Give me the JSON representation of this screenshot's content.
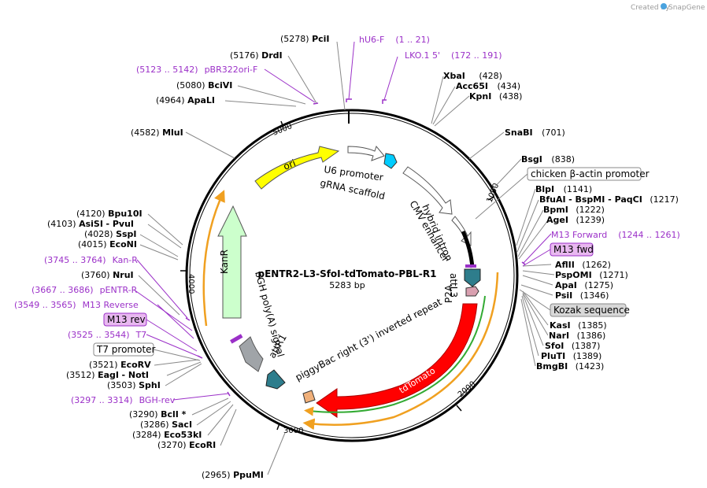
{
  "plasmid": {
    "name": "pENTR2-L3-SfoI-tdTomato-PBL-R1",
    "length": "5283 bp"
  },
  "credit": {
    "prefix": "Created by",
    "brand": "SnapGene"
  },
  "ticks": [
    "1000",
    "2000",
    "3000",
    "4000",
    "5000"
  ],
  "sites": [
    {
      "pos": "(5278)",
      "name": "PciI",
      "after": ""
    },
    {
      "pos": "(5176)",
      "name": "DrdI",
      "after": ""
    },
    {
      "pos": "(5080)",
      "name": "BciVI",
      "after": ""
    },
    {
      "pos": "(4964)",
      "name": "ApaLI",
      "after": ""
    },
    {
      "pos": "(4582)",
      "name": "MluI",
      "after": ""
    },
    {
      "pos": "(4120)",
      "name": "Bpu10I",
      "after": ""
    },
    {
      "pos": "(4103)",
      "name": "AsiSI",
      "after": "- PvuI"
    },
    {
      "pos": "(4028)",
      "name": "SspI",
      "after": ""
    },
    {
      "pos": "(4015)",
      "name": "EcoNI",
      "after": ""
    },
    {
      "pos": "(3760)",
      "name": "NruI",
      "after": ""
    },
    {
      "pos": "(3521)",
      "name": "EcoRV",
      "after": ""
    },
    {
      "pos": "(3512)",
      "name": "EagI",
      "after": "- NotI"
    },
    {
      "pos": "(3503)",
      "name": "SphI",
      "after": ""
    },
    {
      "pos": "(3290)",
      "name": "BclI *",
      "after": ""
    },
    {
      "pos": "(3286)",
      "name": "SacI",
      "after": ""
    },
    {
      "pos": "(3284)",
      "name": "Eco53kI",
      "after": ""
    },
    {
      "pos": "(3270)",
      "name": "EcoRI",
      "after": ""
    },
    {
      "pos": "(2965)",
      "name": "PpuMI",
      "after": ""
    },
    {
      "pos": "(428)",
      "name": "XbaI",
      "after": ""
    },
    {
      "pos": "(434)",
      "name": "Acc65I",
      "after": ""
    },
    {
      "pos": "(438)",
      "name": "KpnI",
      "after": ""
    },
    {
      "pos": "(701)",
      "name": "SnaBI",
      "after": ""
    },
    {
      "pos": "(838)",
      "name": "BsgI",
      "after": ""
    },
    {
      "pos": "(1141)",
      "name": "BlpI",
      "after": ""
    },
    {
      "pos": "(1217)",
      "name": "BfuAI",
      "after": "- BspMI  - PaqCI"
    },
    {
      "pos": "(1222)",
      "name": "BpmI",
      "after": ""
    },
    {
      "pos": "(1239)",
      "name": "AgeI",
      "after": ""
    },
    {
      "pos": "(1262)",
      "name": "AflII",
      "after": ""
    },
    {
      "pos": "(1271)",
      "name": "PspOMI",
      "after": ""
    },
    {
      "pos": "(1275)",
      "name": "ApaI",
      "after": ""
    },
    {
      "pos": "(1346)",
      "name": "PsiI",
      "after": ""
    },
    {
      "pos": "(1385)",
      "name": "KasI",
      "after": ""
    },
    {
      "pos": "(1386)",
      "name": "NarI",
      "after": ""
    },
    {
      "pos": "(1387)",
      "name": "SfoI",
      "after": ""
    },
    {
      "pos": "(1389)",
      "name": "PluTI",
      "after": ""
    },
    {
      "pos": "(1423)",
      "name": "BmgBI",
      "after": ""
    }
  ],
  "primers": [
    {
      "name": "hU6-F",
      "range": "(1 .. 21)"
    },
    {
      "name": "LKO.1 5'",
      "range": "(172 .. 191)"
    },
    {
      "name": "pBR322ori-F",
      "range": "(5123 .. 5142)"
    },
    {
      "name": "M13 Forward",
      "range": "(1244 .. 1261)"
    },
    {
      "name": "Kan-R",
      "range": "(3745 .. 3764)"
    },
    {
      "name": "pENTR-R",
      "range": "(3667 .. 3686)"
    },
    {
      "name": "M13 Reverse",
      "range": "(3549 .. 3565)"
    },
    {
      "name": "T7",
      "range": "(3525 .. 3544)"
    },
    {
      "name": "BGH-rev",
      "range": "(3297 .. 3314)"
    }
  ],
  "boxed_labels": {
    "chicken": "chicken β-actin promoter",
    "m13fwd": "M13 fwd",
    "kozak": "Kozak sequence",
    "m13rev": "M13 rev",
    "t7": "T7 promoter"
  },
  "features": {
    "ori": "ori",
    "kanr": "KanR",
    "u6": "U6 promoter",
    "grna": "gRNA scaffold",
    "cmv": "CMV enhancer",
    "hybrid": "hybrid intron",
    "attl3": "attL3",
    "p2a": "P2A",
    "tdtomato": "tdTomato",
    "piggybac": "piggyBac right (3') inverted repeat",
    "attr1": "attR1",
    "bgh": "bGH poly(A) signal"
  },
  "colors": {
    "ori": "#ffff00",
    "kanr": "#ccffcc",
    "tdtomato": "#ff0000",
    "primer": "#9b30c8",
    "attsite": "#2e7d8c",
    "p2a": "#d9a0b0",
    "piggybac": "#f0b07a",
    "polyA": "#a0a4a8",
    "grna": "#00ccff",
    "orf_outline": "#f0a020"
  }
}
